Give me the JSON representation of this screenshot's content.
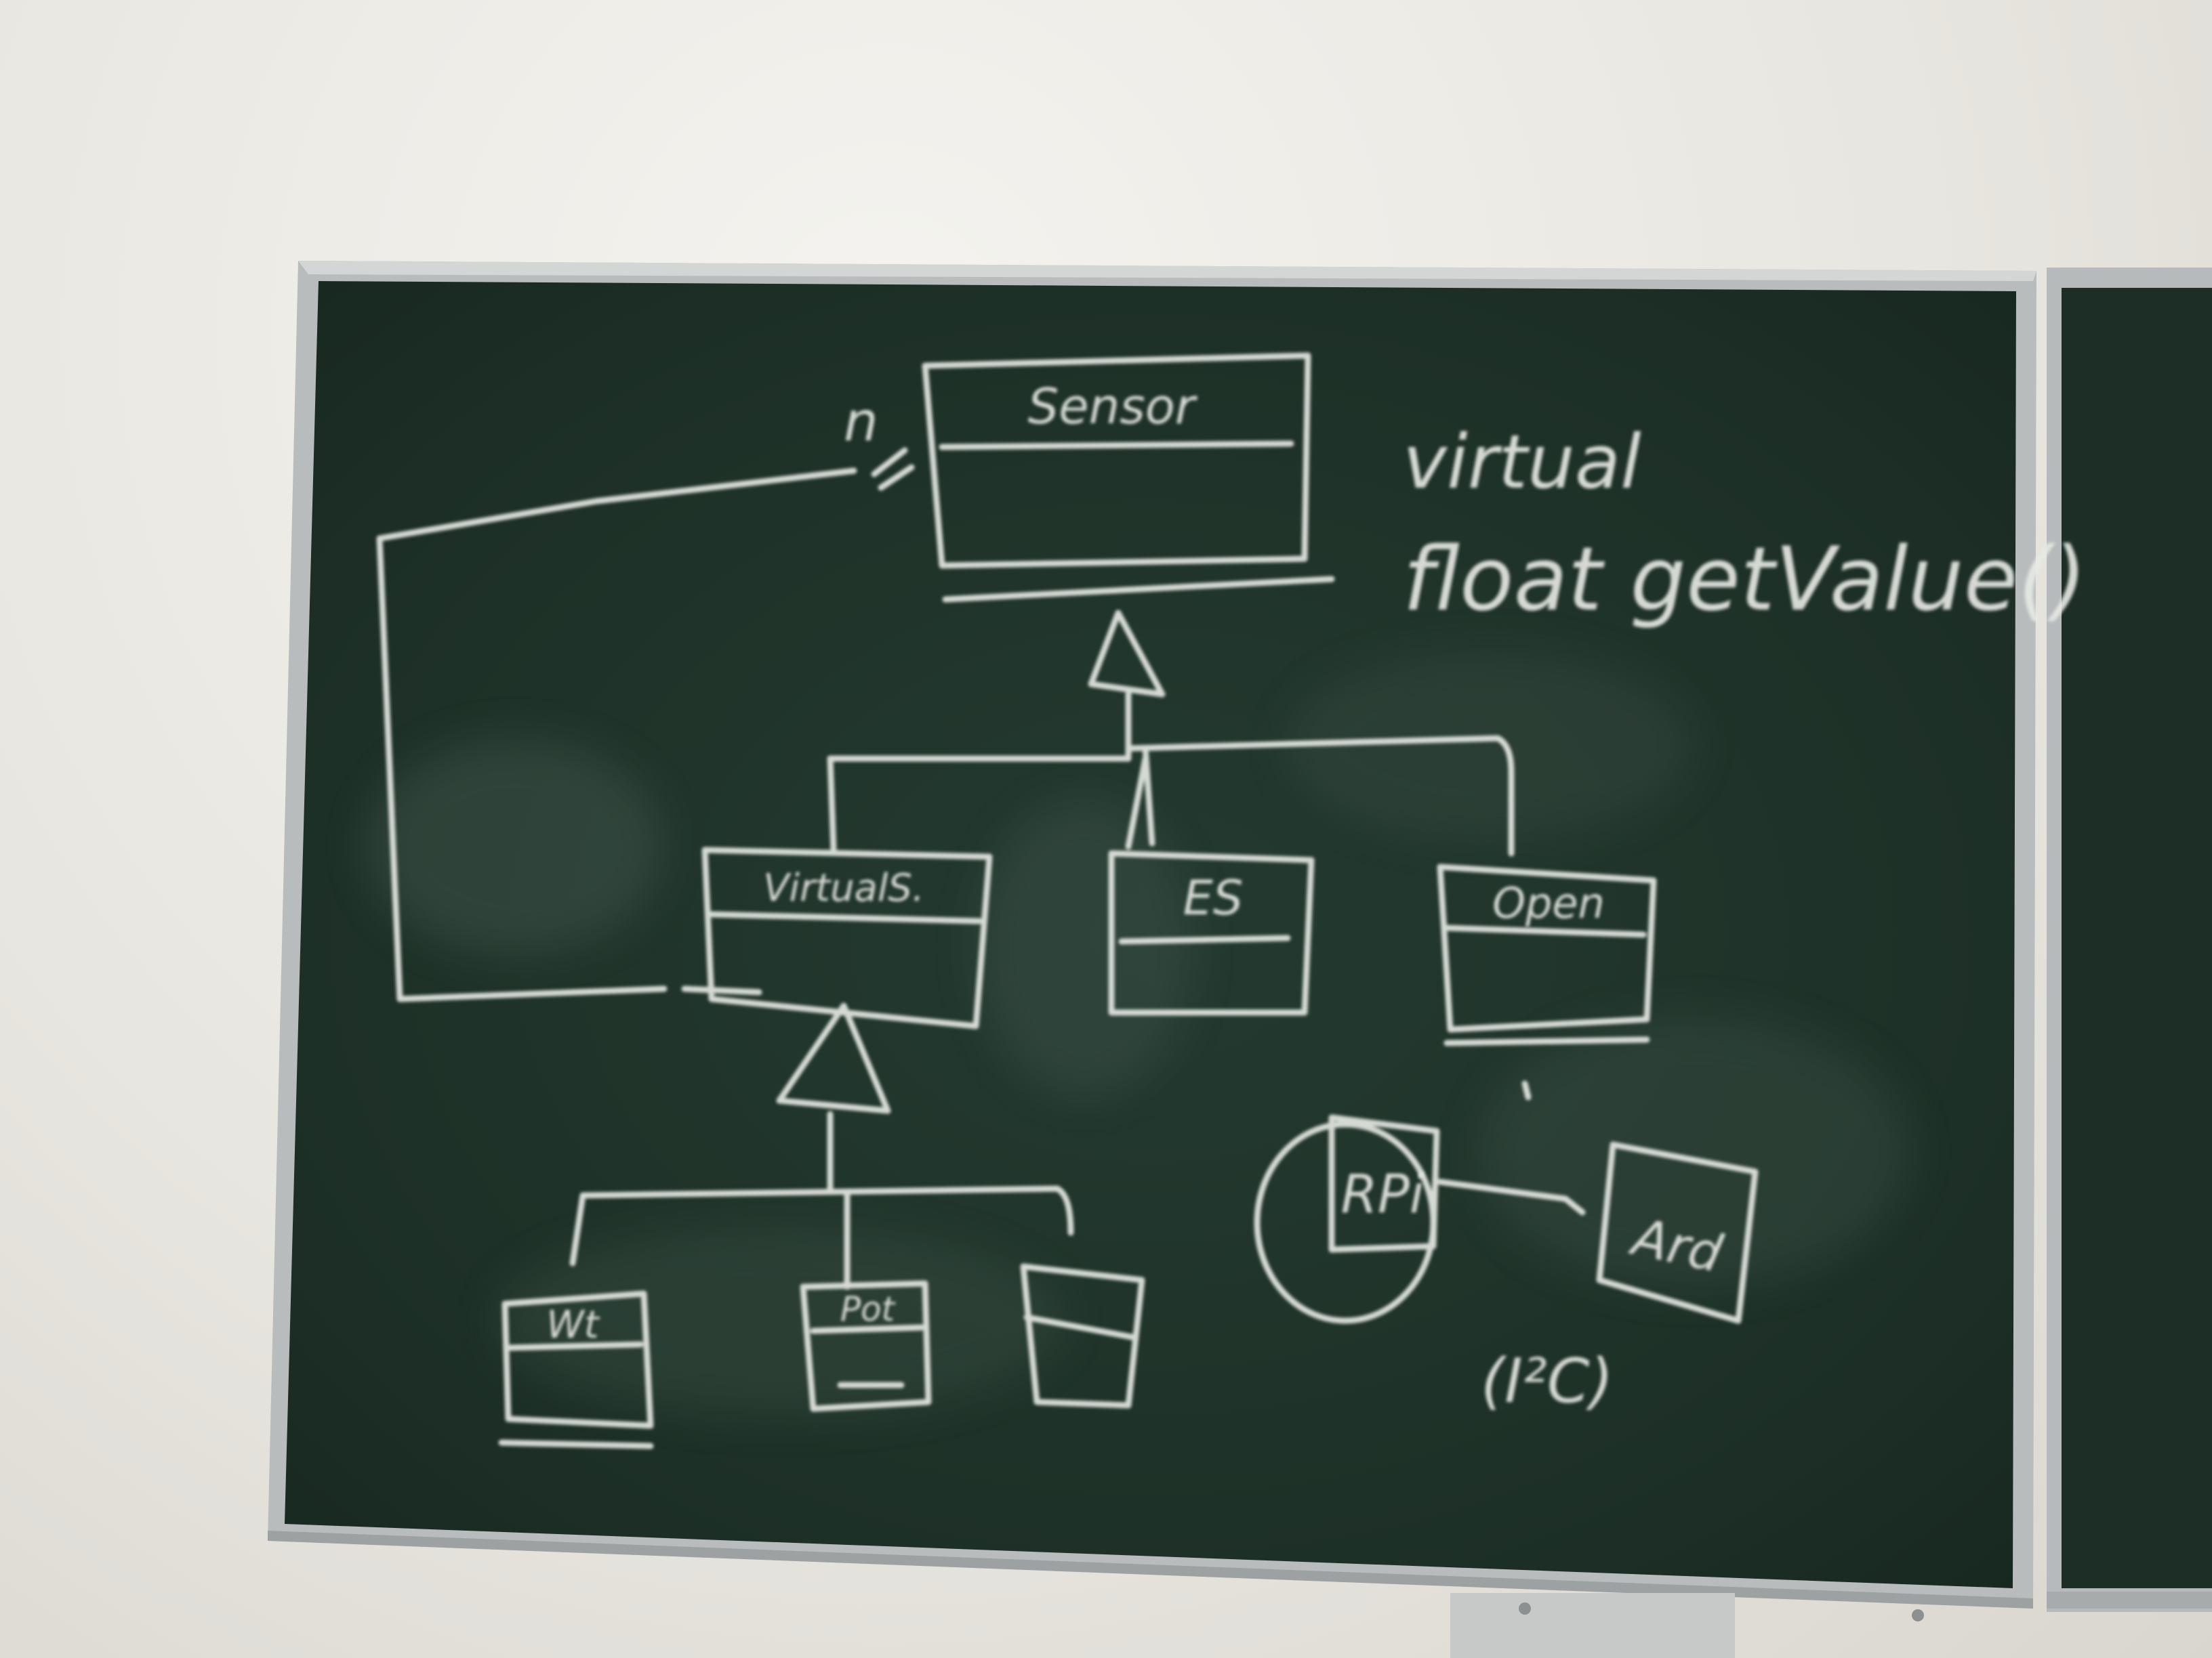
{
  "board": {
    "colors": {
      "wall": "#e9e7e1",
      "frame": "#b9bcbd",
      "board": "#1f3128",
      "chalk": "#e6e9e4"
    }
  },
  "diagram": {
    "root_class": {
      "name": "Sensor"
    },
    "multiplicity": "n",
    "note_line1": "virtual",
    "note_line2": "float getValue()",
    "subclasses": [
      {
        "name": "VirtualS."
      },
      {
        "name": "ES"
      },
      {
        "name": "Open"
      }
    ],
    "virtual_children": [
      {
        "name": "Wt"
      },
      {
        "name": "Pot"
      },
      {
        "name": ""
      }
    ],
    "devices": [
      {
        "name": "RPi"
      },
      {
        "name": "Ard"
      }
    ],
    "bus_note": "(I²C)"
  }
}
